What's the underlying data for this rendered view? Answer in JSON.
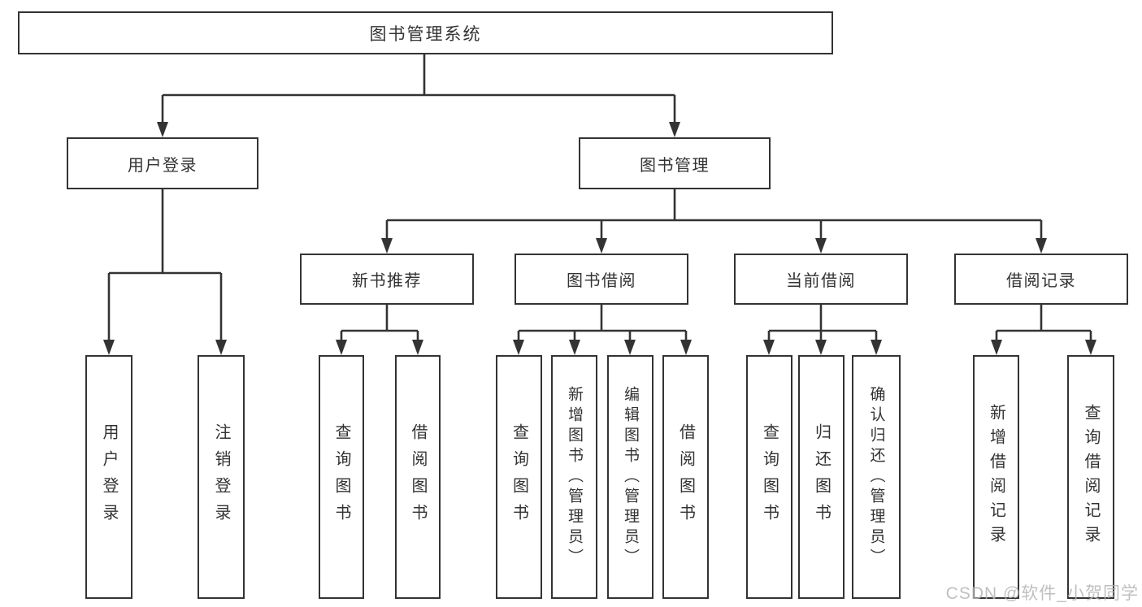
{
  "colors": {
    "line": "#333333",
    "text": "#333333",
    "background": "#ffffff",
    "watermark": "#b5b5b5"
  },
  "watermark": "CSDN @软件_小贺同学",
  "diagram": {
    "root": {
      "label": "图书管理系统"
    },
    "branches": [
      {
        "label": "用户登录",
        "leaves": [
          {
            "label": "用户登录"
          },
          {
            "label": "注销登录"
          }
        ]
      },
      {
        "label": "图书管理",
        "children": [
          {
            "label": "新书推荐",
            "leaves": [
              {
                "label": "查询图书"
              },
              {
                "label": "借阅图书"
              }
            ]
          },
          {
            "label": "图书借阅",
            "leaves": [
              {
                "label": "查询图书"
              },
              {
                "label": "新增图书（管理员）"
              },
              {
                "label": "编辑图书（管理员）"
              },
              {
                "label": "借阅图书"
              }
            ]
          },
          {
            "label": "当前借阅",
            "leaves": [
              {
                "label": "查询图书"
              },
              {
                "label": "归还图书"
              },
              {
                "label": "确认归还（管理员）"
              }
            ]
          },
          {
            "label": "借阅记录",
            "leaves": [
              {
                "label": "新增借阅记录"
              },
              {
                "label": "查询借阅记录"
              }
            ]
          }
        ]
      }
    ]
  }
}
